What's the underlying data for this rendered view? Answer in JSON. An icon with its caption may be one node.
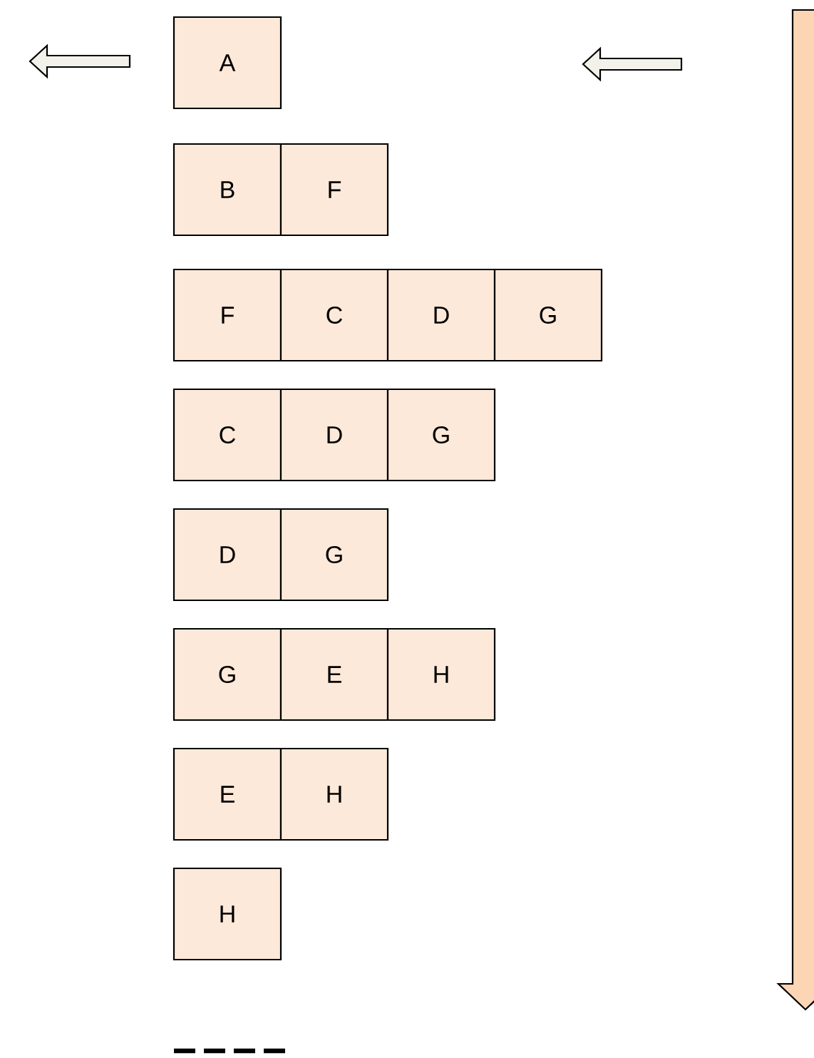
{
  "diagram": {
    "nodes": [
      {
        "text": [
          "A"
        ]
      },
      {
        "text": [
          "B"
        ]
      },
      {
        "text": [
          "F"
        ]
      },
      {
        "text": [
          "F"
        ]
      },
      {
        "text": [
          "C"
        ]
      },
      {
        "text": [
          "D"
        ]
      },
      {
        "text": [
          "G"
        ]
      },
      {
        "text": [
          "C"
        ]
      },
      {
        "text": [
          "D"
        ]
      },
      {
        "text": [
          "G"
        ]
      },
      {
        "text": [
          "D"
        ]
      },
      {
        "text": [
          "G"
        ]
      },
      {
        "text": [
          "G"
        ]
      },
      {
        "text": [
          "E"
        ]
      },
      {
        "text": [
          "H"
        ]
      },
      {
        "text": [
          "E"
        ]
      },
      {
        "text": [
          "H"
        ]
      },
      {
        "text": [
          "H"
        ]
      }
    ]
  }
}
